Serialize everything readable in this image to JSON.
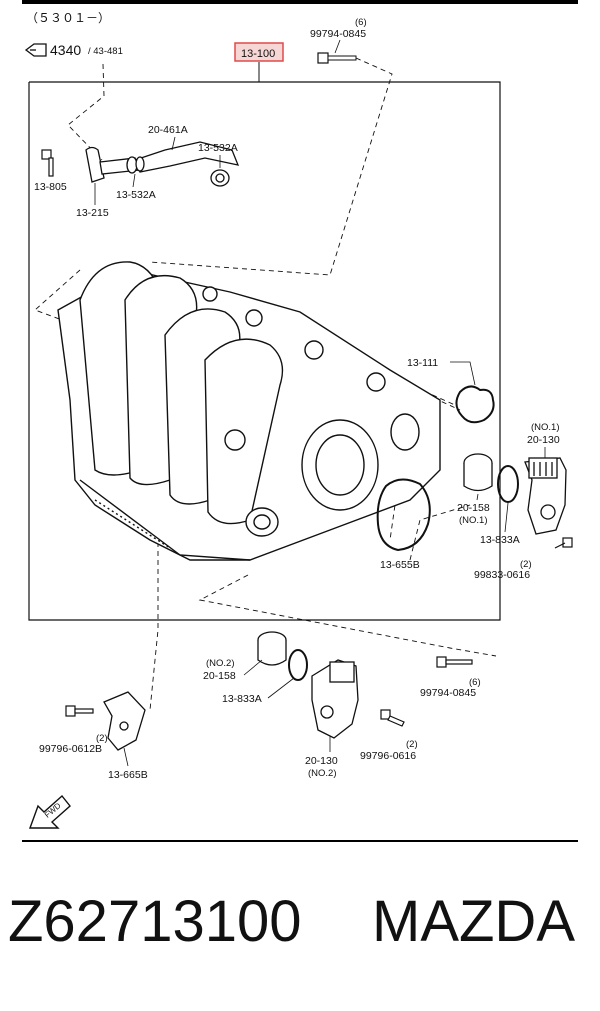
{
  "header": {
    "catalog_code": "（５３０１－）"
  },
  "reference": {
    "main": "4340",
    "sub": "/ 43-481"
  },
  "highlight_color": "#e04a4a",
  "callouts": {
    "main_assembly": "13-100",
    "bolt_top_qty": "(6)",
    "bolt_top_code": "99794-0845",
    "hose_pipe": "20-461A",
    "clamp_right": "13-532A",
    "bolt_left": "13-805",
    "clamp_left": "13-532A",
    "bracket_left": "13-215",
    "gasket_small": "13-111",
    "valve_no1_tag": "(NO.1)",
    "valve_no1_code": "20-130",
    "cap_no1_code": "20-158",
    "cap_no1_tag": "(NO.1)",
    "oring_no1": "13-833A",
    "bolt_right_qty": "(2)",
    "bolt_right_code": "99833-0616",
    "gasket_large": "13-655B",
    "cap_no2_tag": "(NO.2)",
    "cap_no2_code": "20-158",
    "oring_no2": "13-833A",
    "bolt_lower_qty": "(6)",
    "bolt_lower_code": "99794-0845",
    "bolt_bottom_left_qty": "(2)",
    "bolt_bottom_left_code": "99796-0612B",
    "bracket_bottom": "13-665B",
    "valve_no2_code": "20-130",
    "valve_no2_tag": "(NO.2)",
    "bolt_bottom_right_qty": "(2)",
    "bolt_bottom_right_code": "99796-0616",
    "fwd_arrow": "FWD"
  },
  "footer": {
    "part_number": "Z62713100",
    "brand": "MAZDA"
  }
}
